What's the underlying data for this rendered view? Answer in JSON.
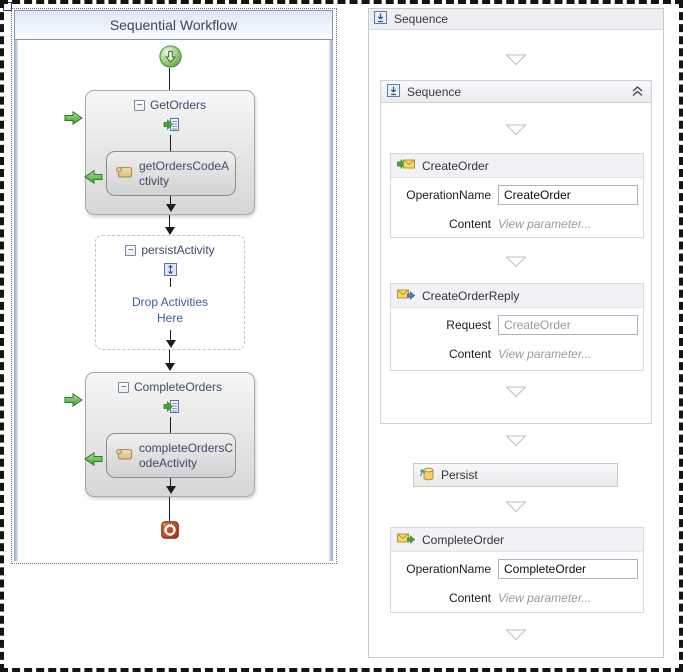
{
  "icons": {
    "minus": "−"
  },
  "left_panel": {
    "title": "Sequential Workflow",
    "get_orders": {
      "title": "GetOrders",
      "child": "getOrdersCodeActivity"
    },
    "persist_activity": {
      "title": "persistActivity",
      "drop_hint": "Drop Activities Here"
    },
    "complete_orders": {
      "title": "CompleteOrders",
      "child": "completeOrdersCodeActivity"
    }
  },
  "right_panel": {
    "root_sequence": {
      "title": "Sequence"
    },
    "inner_sequence": {
      "title": "Sequence"
    },
    "create_order": {
      "title": "CreateOrder",
      "operation_label": "OperationName",
      "operation_value": "CreateOrder",
      "content_label": "Content",
      "content_value": "View parameter..."
    },
    "create_order_reply": {
      "title": "CreateOrderReply",
      "request_label": "Request",
      "request_value": "CreateOrder",
      "content_label": "Content",
      "content_value": "View parameter..."
    },
    "persist": {
      "title": "Persist"
    },
    "complete_order": {
      "title": "CompleteOrder",
      "operation_label": "OperationName",
      "operation_value": "CompleteOrder",
      "content_label": "Content",
      "content_value": "View parameter..."
    }
  },
  "colors": {
    "workflow_header_blue": "#dde7f4",
    "navy_text": "#3e4a68",
    "drop_hint_blue": "#3b5da0",
    "arrow_green": "#47a338",
    "start_green": "#57a13c",
    "end_red": "#b03818",
    "link_gray": "#9a9a9a",
    "card_header_gray": "#f0f2f5"
  }
}
